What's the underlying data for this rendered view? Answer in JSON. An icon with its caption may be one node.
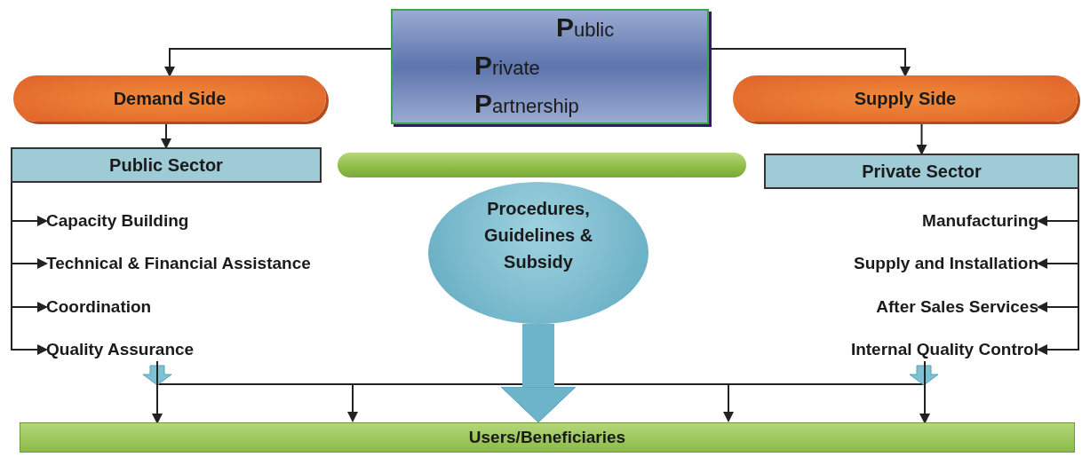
{
  "diagram": {
    "nodes": [
      {
        "text": [
          "Public Private Partnership"
        ]
      },
      {
        "text": [
          "Demand Side"
        ]
      },
      {
        "text": [
          "Supply Side"
        ]
      },
      {
        "text": [
          "Public Sector"
        ]
      },
      {
        "text": [
          "Private Sector"
        ]
      },
      {
        "text": [],
        "shape": "bar"
      },
      {
        "text": [
          "Procedures, Guidelines & Subsidy"
        ]
      },
      {
        "text": [
          "Capacity Building"
        ]
      },
      {
        "text": [
          "Technical & Financial Assistance"
        ]
      },
      {
        "text": [
          "Coordination"
        ]
      },
      {
        "text": [
          "Quality Assurance"
        ]
      },
      {
        "text": [
          "Manufacturing"
        ]
      },
      {
        "text": [
          "Supply and Installation"
        ]
      },
      {
        "text": [
          "After Sales Services"
        ]
      },
      {
        "text": [
          "Internal Quality Control"
        ]
      },
      {
        "text": [
          "Users/Beneficiaries"
        ]
      }
    ],
    "edges": [
      {
        "from": 0,
        "to": 1,
        "arrow": "to"
      },
      {
        "from": 0,
        "to": 2,
        "arrow": "to"
      },
      {
        "from": 1,
        "to": 3,
        "arrow": "to"
      },
      {
        "from": 2,
        "to": 4,
        "arrow": "to"
      },
      {
        "from": 3,
        "to": 7,
        "arrow": "to"
      },
      {
        "from": 3,
        "to": 8,
        "arrow": "to"
      },
      {
        "from": 3,
        "to": 9,
        "arrow": "to"
      },
      {
        "from": 3,
        "to": 10,
        "arrow": "to"
      },
      {
        "from": 4,
        "to": 11,
        "arrow": "to"
      },
      {
        "from": 4,
        "to": 12,
        "arrow": "to"
      },
      {
        "from": 4,
        "to": 13,
        "arrow": "to"
      },
      {
        "from": 4,
        "to": 14,
        "arrow": "to"
      },
      {
        "from": 6,
        "to": 15,
        "arrow": "to",
        "style": "thick",
        "color": "#6db3c9"
      },
      {
        "from": 10,
        "to": 15,
        "arrow": "to"
      },
      {
        "from": 14,
        "to": 15,
        "arrow": "to"
      }
    ]
  }
}
